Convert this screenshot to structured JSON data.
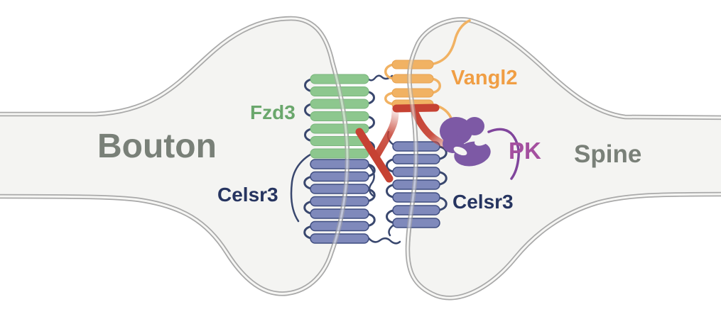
{
  "figure": {
    "type": "synapse-protein-diagram",
    "labels": {
      "bouton": "Bouton",
      "spine": "Spine",
      "fzd3": "Fzd3",
      "celsr3_presynaptic": "Celsr3",
      "vangl2": "Vangl2",
      "celsr3_postsynaptic": "Celsr3",
      "pk": "PK"
    },
    "compartments": [
      {
        "name": "Bouton",
        "side": "left",
        "fill": "#f4f4f2",
        "membrane_color": "#a9a9a9"
      },
      {
        "name": "Spine",
        "side": "right",
        "fill": "#f4f4f2",
        "membrane_color": "#a9a9a9"
      }
    ],
    "proteins": [
      {
        "name": "Fzd3",
        "label_color": "#6aa76c",
        "helix_color": "#8dc78e",
        "tm_helices": 7,
        "location": "bouton membrane"
      },
      {
        "name": "Celsr3",
        "label_color": "#263460",
        "helix_color": "#7f89bb",
        "loop_color": "#39476e",
        "tm_helices": 7,
        "location": "bouton membrane"
      },
      {
        "name": "Vangl2",
        "label_color": "#f09e44",
        "helix_color": "#f1b263",
        "tm_helices": 4,
        "location": "spine membrane"
      },
      {
        "name": "Celsr3",
        "label_color": "#263460",
        "helix_color": "#7f89bb",
        "loop_color": "#39476e",
        "tm_helices": 7,
        "location": "spine membrane"
      },
      {
        "name": "PK",
        "label_color": "#a4509f",
        "blob_color": "#7d59a5",
        "location": "spine cytoplasm"
      }
    ],
    "connectors": {
      "red_color": "#c64233",
      "description": "red bars with fading curved arms linking Vangl2 region to Fzd3/Celsr3 and PK"
    }
  }
}
